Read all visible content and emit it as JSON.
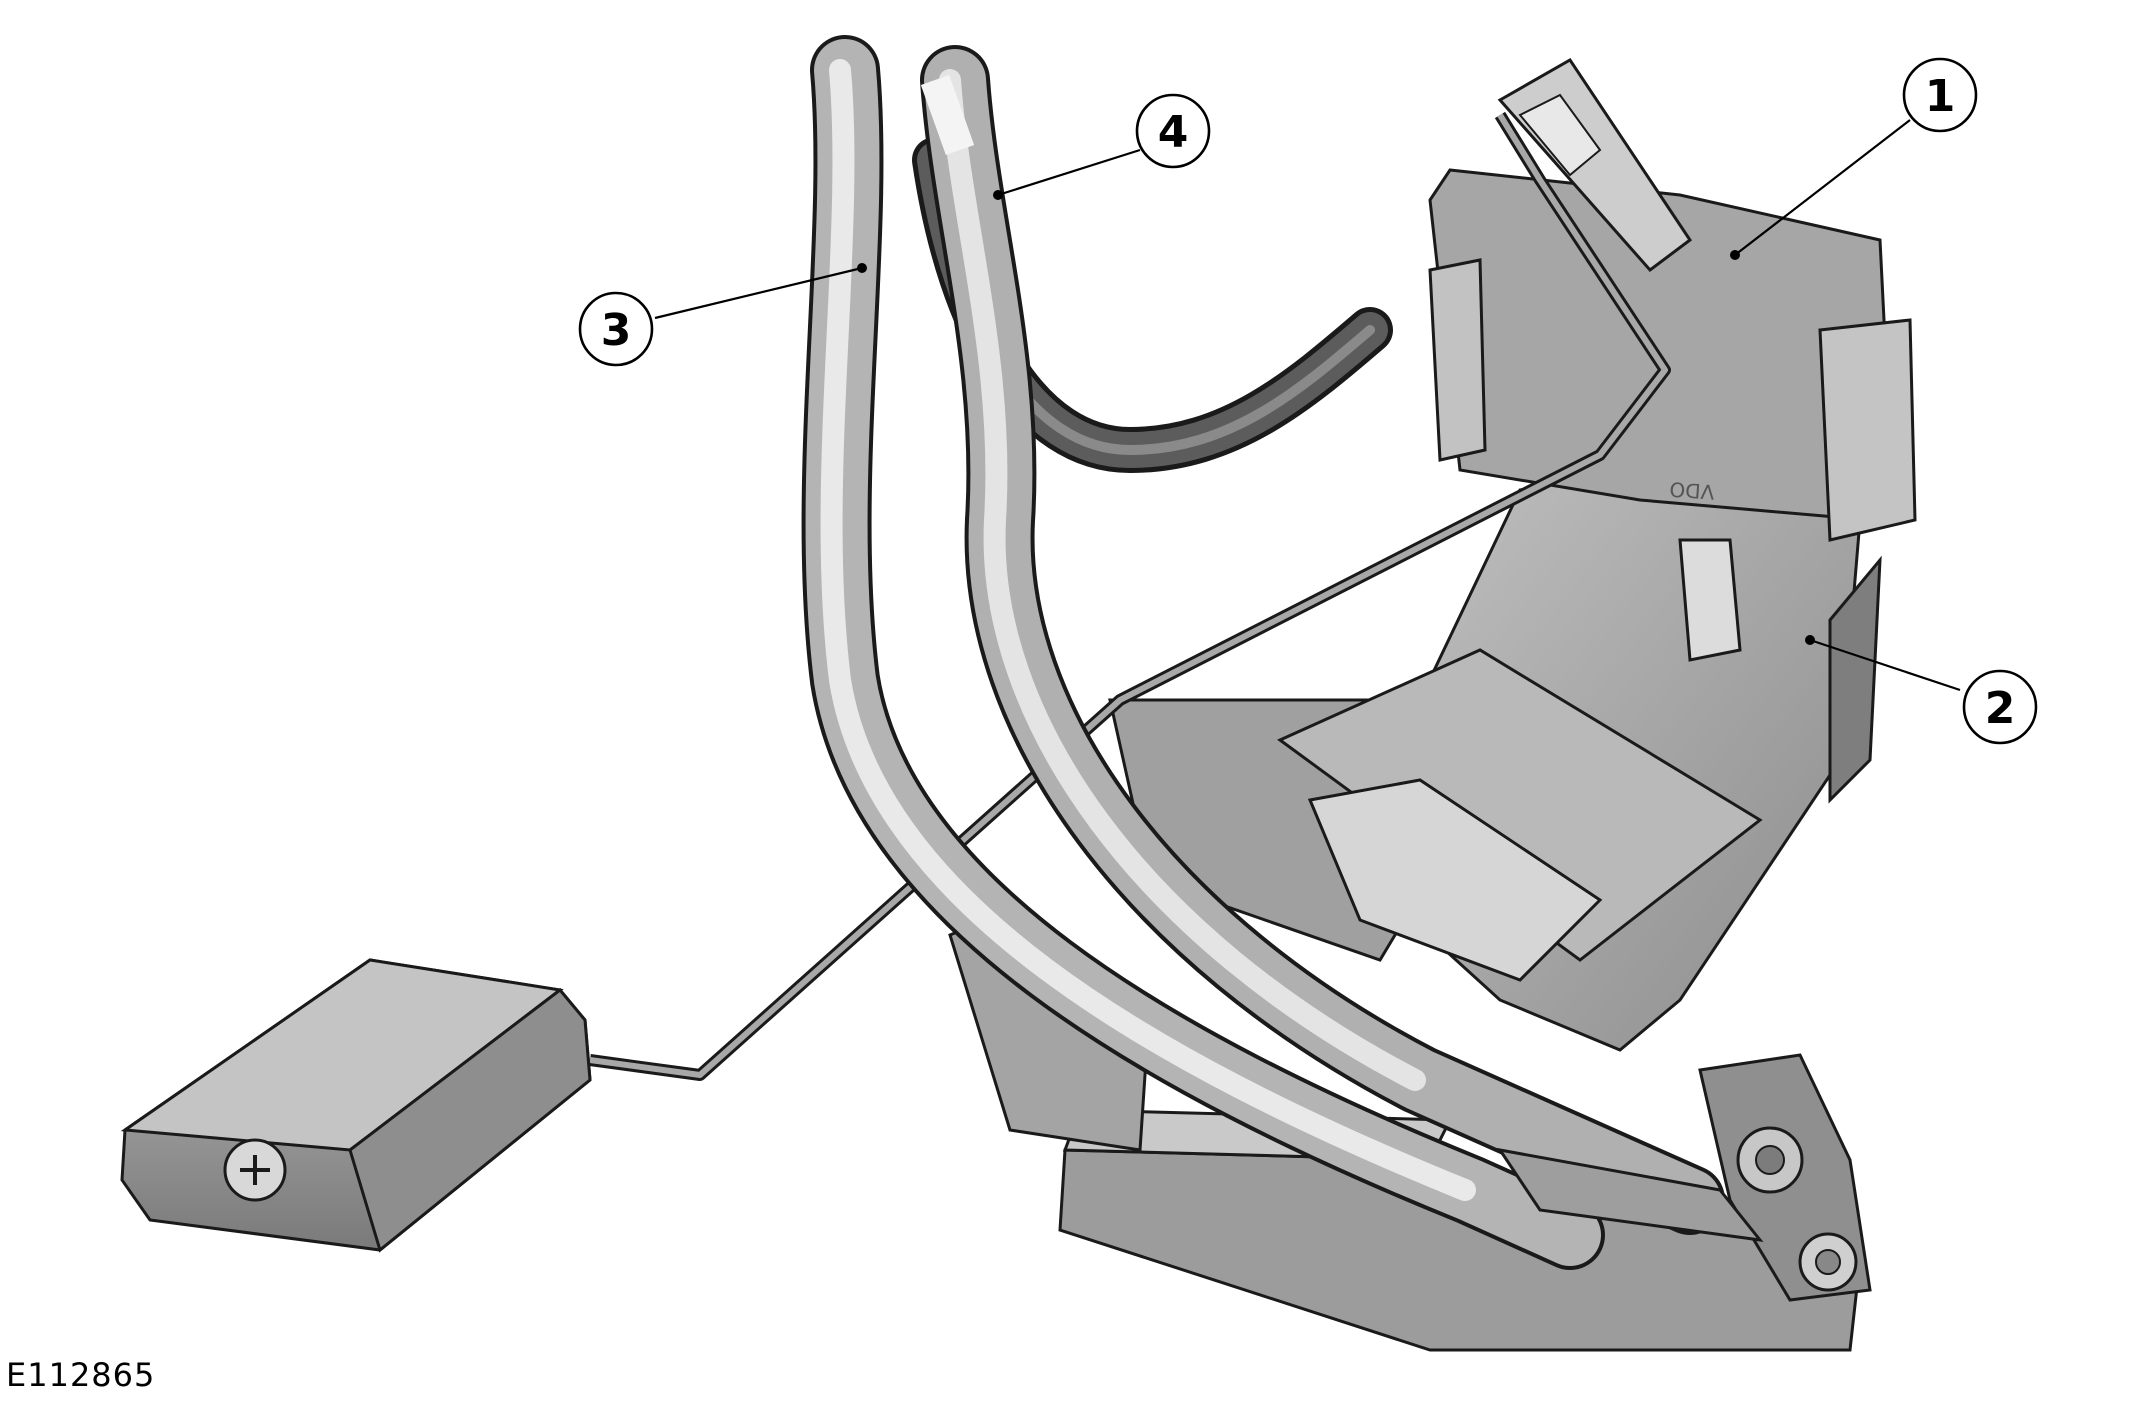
{
  "figure": {
    "id": "E112865",
    "callouts": [
      {
        "number": "1"
      },
      {
        "number": "2"
      },
      {
        "number": "3"
      },
      {
        "number": "4"
      }
    ],
    "colors": {
      "component_fill": "#a9a9a9",
      "component_light": "#d4d4d4",
      "component_dark": "#6a6a6a",
      "outline": "#1a1a1a",
      "background": "#ffffff"
    }
  }
}
